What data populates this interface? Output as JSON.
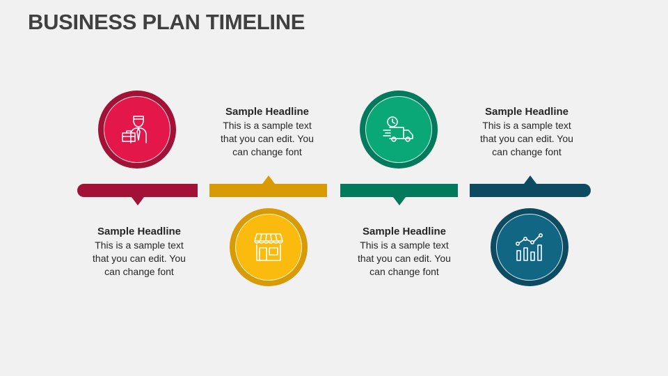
{
  "title": "BUSINESS PLAN TIMELINE",
  "colors": {
    "step1": "#a21237",
    "step2": "#d89a05",
    "step3": "#037a5c",
    "step4": "#0c4b62",
    "text": "#262626",
    "title": "#404040"
  },
  "steps": [
    {
      "headline": "Sample Headline",
      "body_lines": [
        "This is a sample text",
        "that you can edit. You",
        "can change font"
      ],
      "icon": "businessman-briefcase-icon"
    },
    {
      "headline": "Sample Headline",
      "body_lines": [
        "This is a sample text",
        "that you can edit. You",
        "can change font"
      ],
      "icon": "storefront-icon"
    },
    {
      "headline": "Sample Headline",
      "body_lines": [
        "This is a sample text",
        "that you can edit. You",
        "can change font"
      ],
      "icon": "fast-delivery-truck-icon"
    },
    {
      "headline": "Sample Headline",
      "body_lines": [
        "This is a sample text",
        "that you can edit. You",
        "can change font"
      ],
      "icon": "growth-chart-icon"
    }
  ]
}
